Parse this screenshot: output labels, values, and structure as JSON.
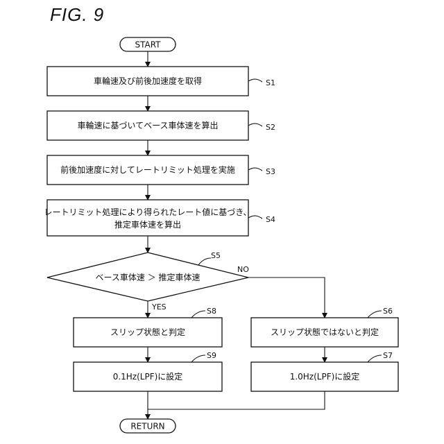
{
  "figure": {
    "title": "FIG. 9"
  },
  "flow": {
    "start": "START",
    "end": "RETURN",
    "s1": {
      "id": "S1",
      "text": "車輪速及び前後加速度を取得"
    },
    "s2": {
      "id": "S2",
      "text": "車輪速に基づいてベース車体速を算出"
    },
    "s3": {
      "id": "S3",
      "text": "前後加速度に対してレートリミット処理を実施"
    },
    "s4": {
      "id": "S4",
      "line1": "レートリミット処理により得られたレート値に基づき、",
      "line2": "推定車体速を算出"
    },
    "s5": {
      "id": "S5",
      "text": "ベース車体速 ＞ 推定車体速",
      "yes": "YES",
      "no": "NO"
    },
    "s8": {
      "id": "S8",
      "text": "スリップ状態と判定"
    },
    "s6": {
      "id": "S6",
      "text": "スリップ状態ではないと判定"
    },
    "s9": {
      "id": "S9",
      "text": "0.1Hz(LPF)に設定"
    },
    "s7": {
      "id": "S7",
      "text": "1.0Hz(LPF)に設定"
    }
  }
}
